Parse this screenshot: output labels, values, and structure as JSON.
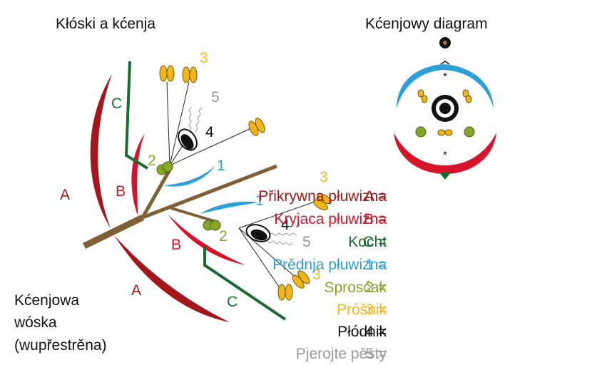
{
  "titles": {
    "spikelets": "Kłóski a kćenja",
    "floral_diagram": "Kćenjowy diagram"
  },
  "panicle_label": [
    "Kćenjowa",
    "wóska",
    "(wupřestrěna)"
  ],
  "letters": {
    "A": "A",
    "B": "B",
    "C": "C",
    "n1": "1",
    "n2": "2",
    "n3": "3",
    "n4": "4",
    "n5": "5"
  },
  "legend": [
    {
      "text": "Přikrywna płuwizna",
      "code": "A =",
      "color": "#a4161a"
    },
    {
      "text": "Kryjaca płuwizna",
      "code": "B =",
      "color": "#d7132a"
    },
    {
      "text": "Kocht",
      "code": "C =",
      "color": "#1a6a33"
    },
    {
      "text": "Prědnja płuwizna",
      "code": "1 =",
      "color": "#2c9fd8"
    },
    {
      "text": "Sprosćak",
      "code": "2 =",
      "color": "#86a62a"
    },
    {
      "text": "Próšnik",
      "code": "3 =",
      "color": "#f2b51b"
    },
    {
      "text": "Płódnik",
      "code": "4 =",
      "color": "#111111"
    },
    {
      "text": "Pjerojte pěsty",
      "code": "5 =",
      "color": "#999999"
    }
  ],
  "diagram_marks": {
    "star_top": "*",
    "star_bottom": "*"
  },
  "colors": {
    "stem": "#7f5f33",
    "A": "#a4161a",
    "B": "#d7132a",
    "C": "#1a6a33",
    "palea": "#2c9fd8",
    "lodicule": "#86a62a",
    "anther": "#f2b51b",
    "ovary": "#111111",
    "stigma": "#999999"
  }
}
